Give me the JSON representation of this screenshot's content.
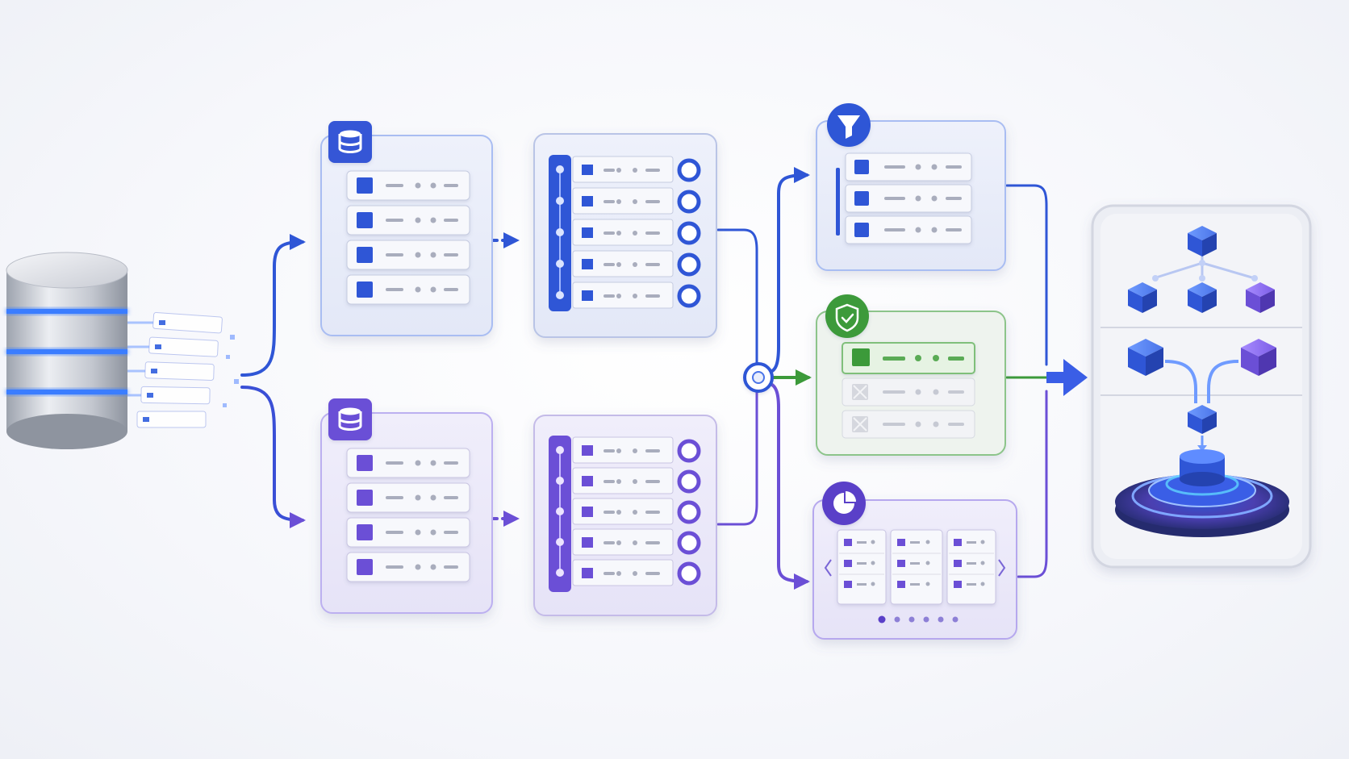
{
  "colors": {
    "blue": "#2f56d6",
    "blue_light": "#4a7bf0",
    "purple": "#6b4fd6",
    "purple_light": "#8a6cf0",
    "green": "#3c9a3a",
    "panel_bg": "#e9edf8",
    "card_bg": "#f7f8fc",
    "text_grey": "#a9adbd"
  },
  "source": {
    "icon": "database-cylinder-icon"
  },
  "pipelines": [
    {
      "id": "blue",
      "stage1_icon": "database-icon",
      "stage1_rows": 4,
      "stage2_rows": 5
    },
    {
      "id": "purple",
      "stage1_icon": "database-icon",
      "stage1_rows": 4,
      "stage2_rows": 5
    }
  ],
  "merge_node": {
    "icon": "merge-node-icon"
  },
  "outputs": [
    {
      "id": "filter",
      "icon": "funnel-icon",
      "rows": 3,
      "active_rows": 3
    },
    {
      "id": "validation",
      "icon": "shield-check-icon",
      "rows": 3,
      "active_rows": 1
    },
    {
      "id": "analytics",
      "icon": "pie-chart-icon",
      "columns": 3,
      "rows_per_column": 3,
      "pagination_dots": 6
    }
  ],
  "destination": {
    "sections": [
      "hierarchy-tree",
      "merge-cubes",
      "platform-stack"
    ],
    "icons": [
      "cube-icon",
      "tree-icon",
      "stack-platform-icon"
    ]
  }
}
